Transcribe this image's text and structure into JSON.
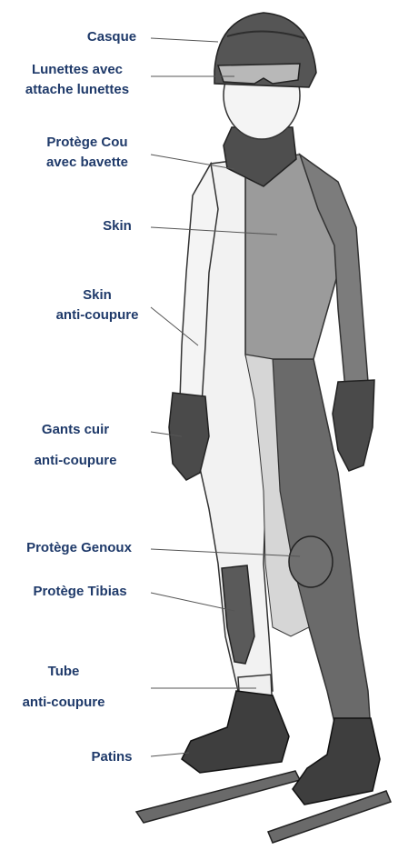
{
  "colors": {
    "label_text": "#1f3a6a",
    "leader_line": "#555555",
    "suit_light": "#f2f2f2",
    "suit_mid": "#9b9b9b",
    "suit_dark": "#5a5a5a",
    "shadow": "#3a3a3a"
  },
  "labels": {
    "casque": "Casque",
    "lunettes_line1": "Lunettes avec",
    "lunettes_line2": "attache lunettes",
    "protege_cou_line1": "Protège Cou",
    "protege_cou_line2": "avec bavette",
    "skin": "Skin",
    "skin_ac_line1": "Skin",
    "skin_ac_line2": "anti-coupure",
    "gants_line1": "Gants cuir",
    "gants_line2": "anti-coupure",
    "genoux": "Protège Genoux",
    "tibias": "Protège Tibias",
    "tube_line1": "Tube",
    "tube_line2": "anti-coupure",
    "patins": "Patins"
  }
}
